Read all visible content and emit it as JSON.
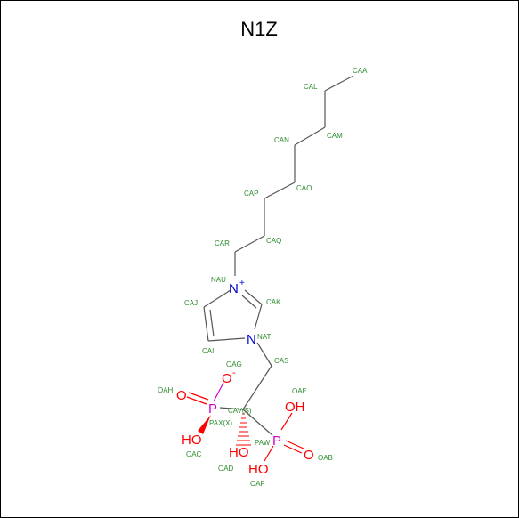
{
  "title": "N1Z",
  "colors": {
    "frame": "#000000",
    "bond": "#555555",
    "carbon_label": "#2e8b2e",
    "nitrogen": "#0000cc",
    "oxygen": "#ff0000",
    "phosphorus": "#cc00cc"
  },
  "labels": {
    "CAA": "CAA",
    "CAL": "CAL",
    "CAM": "CAM",
    "CAN": "CAN",
    "CAO": "CAO",
    "CAP": "CAP",
    "CAQ": "CAQ",
    "CAR": "CAR",
    "NAU": "NAU",
    "CAJ": "CAJ",
    "CAK": "CAK",
    "NAT": "NAT",
    "CAI": "CAI",
    "CAS": "CAS",
    "OAG": "OAG",
    "OAH": "OAH",
    "CAV": "CAV(S)",
    "PAX": "PAX(X)",
    "OAE": "OAE",
    "PAW": "PAW",
    "OAB": "OAB",
    "OAC": "OAC",
    "OAD": "OAD",
    "OAF": "OAF"
  },
  "elements": {
    "n_plus": "N",
    "n_plus_charge": "+",
    "n_at": "N",
    "o_minus": "O",
    "o_minus_charge": "-",
    "o_h_dbl": "O",
    "p_x": "P",
    "ho_c": "HO",
    "ho_d": "HO",
    "oh_e": "OH",
    "p_w": "P",
    "o_b": "O",
    "ho_f": "HO"
  }
}
